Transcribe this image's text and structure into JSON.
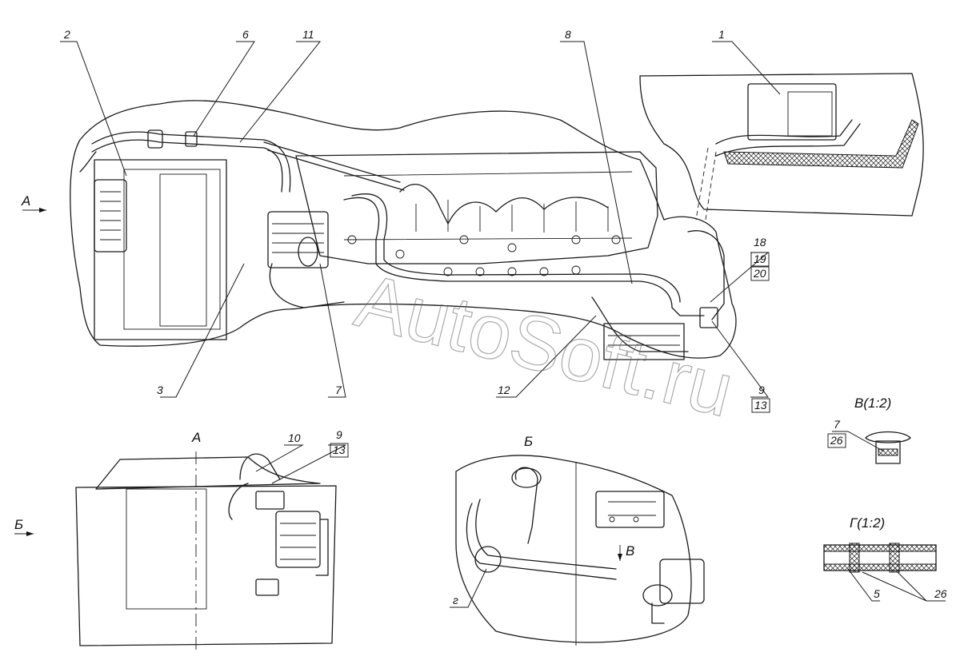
{
  "callouts": {
    "c1": "1",
    "c2": "2",
    "c3": "3",
    "c6": "6",
    "c7": "7",
    "c8": "8",
    "c9": "9",
    "c11": "11",
    "c12": "12",
    "c13": "13",
    "c18": "18",
    "c19": "19",
    "c20": "20"
  },
  "view_a": {
    "title": "А",
    "c9": "9",
    "c10": "10",
    "c13": "13",
    "arrow_label": "Б"
  },
  "main_arrow_label": "А",
  "view_b": {
    "title": "Б",
    "c_g": "г",
    "arrow_label": "В"
  },
  "detail_v": {
    "title": "В(1:2)",
    "c7": "7",
    "c26": "26"
  },
  "detail_g": {
    "title": "Г(1:2)",
    "c5": "5",
    "c26": "26"
  },
  "watermark": "AutoSoft.ru"
}
